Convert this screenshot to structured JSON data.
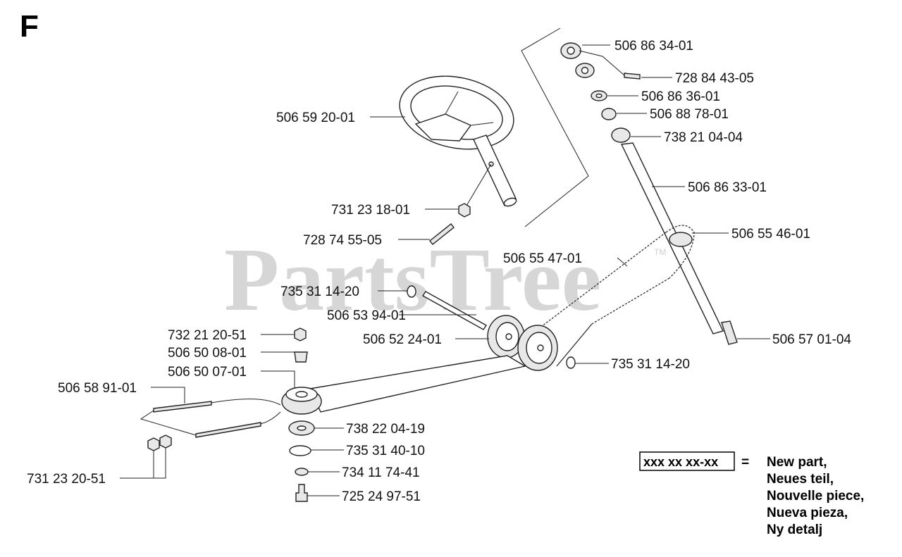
{
  "section_letter": "F",
  "watermark": {
    "text": "PartsTree",
    "tm": "TM"
  },
  "callouts": {
    "c1": "506 86 34-01",
    "c2": "728 84 43-05",
    "c3": "506 86 36-01",
    "c4": "506 88 78-01",
    "c5": "738 21 04-04",
    "c6": "506 86 33-01",
    "c7": "506 55 46-01",
    "c8": "506 59 20-01",
    "c9": "731 23 18-01",
    "c10": "728 74 55-05",
    "c11": "506 55 47-01",
    "c12": "735 31 14-20",
    "c13": "506 53 94-01",
    "c14": "732 21 20-51",
    "c15": "506 52 24-01",
    "c16": "506 57 01-04",
    "c17": "506 50 08-01",
    "c18": "735 31 14-20",
    "c19": "506 50 07-01",
    "c20": "506 58 91-01",
    "c21": "738 22 04-19",
    "c22": "735 31 40-10",
    "c23": "734 11 74-41",
    "c24": "731 23 20-51",
    "c25": "725 24 97-51"
  },
  "legend": {
    "box_text": "xxx xx xx-xx",
    "equals": "=",
    "lines": [
      "New part,",
      "Neues teil,",
      "Nouvelle piece,",
      "Nueva pieza,",
      "Ny detalj"
    ]
  }
}
